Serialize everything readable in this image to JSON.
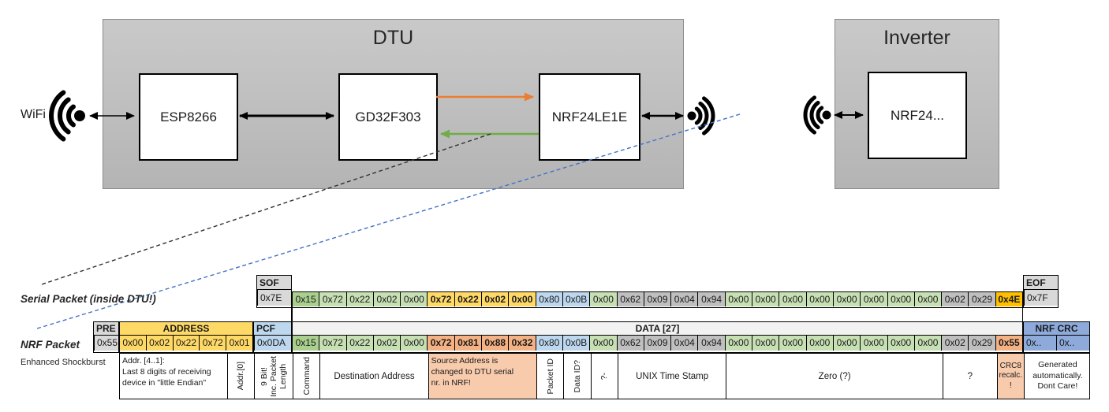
{
  "diagram": {
    "wifi_label": "WiFi",
    "dtu_title": "DTU",
    "esp_label": "ESP8266",
    "gd_label": "GD32F303",
    "nrf_label": "NRF24LE1E",
    "inverter_title": "Inverter",
    "inverter_nrf_label": "NRF24...",
    "icons": [
      "wifi-waves-icon",
      "rf-antenna-icon-right",
      "rf-antenna-icon-left"
    ]
  },
  "serial_packet": {
    "label": "Serial Packet (inside DTU!)",
    "sof_header": "SOF",
    "sof_value": "0x7E",
    "eof_header": "EOF",
    "eof_value": "0x7F",
    "bytes": [
      {
        "v": "0x15",
        "c": "gdark"
      },
      {
        "v": "0x72",
        "c": "green"
      },
      {
        "v": "0x22",
        "c": "green"
      },
      {
        "v": "0x02",
        "c": "green"
      },
      {
        "v": "0x00",
        "c": "green"
      },
      {
        "v": "0x72",
        "c": "yellow",
        "b": true
      },
      {
        "v": "0x22",
        "c": "yellow",
        "b": true
      },
      {
        "v": "0x02",
        "c": "yellow",
        "b": true
      },
      {
        "v": "0x00",
        "c": "yellow",
        "b": true
      },
      {
        "v": "0x80",
        "c": "blue"
      },
      {
        "v": "0x0B",
        "c": "blue"
      },
      {
        "v": "0x00",
        "c": "green"
      },
      {
        "v": "0x62",
        "c": "gray2"
      },
      {
        "v": "0x09",
        "c": "gray2"
      },
      {
        "v": "0x04",
        "c": "gray2"
      },
      {
        "v": "0x94",
        "c": "gray2"
      },
      {
        "v": "0x00",
        "c": "green"
      },
      {
        "v": "0x00",
        "c": "green"
      },
      {
        "v": "0x00",
        "c": "green"
      },
      {
        "v": "0x00",
        "c": "green"
      },
      {
        "v": "0x00",
        "c": "green"
      },
      {
        "v": "0x00",
        "c": "green"
      },
      {
        "v": "0x00",
        "c": "green"
      },
      {
        "v": "0x00",
        "c": "green"
      },
      {
        "v": "0x02",
        "c": "gray2"
      },
      {
        "v": "0x29",
        "c": "gray2"
      },
      {
        "v": "0x4E",
        "c": "amber",
        "b": true
      }
    ]
  },
  "nrf_packet": {
    "label": "NRF Packet",
    "sublabel": "Enhanced Shockburst",
    "pre_header": "PRE",
    "pre_value": "0x55",
    "address_header": "ADDRESS",
    "address_values": [
      "0x00",
      "0x02",
      "0x22",
      "0x72",
      "0x01"
    ],
    "pcf_header": "PCF",
    "pcf_value": "0x0DA",
    "data_header": "DATA [27]",
    "bytes": [
      {
        "v": "0x15",
        "c": "gdark"
      },
      {
        "v": "0x72",
        "c": "green"
      },
      {
        "v": "0x22",
        "c": "green"
      },
      {
        "v": "0x02",
        "c": "green"
      },
      {
        "v": "0x00",
        "c": "green"
      },
      {
        "v": "0x72",
        "c": "salmon",
        "b": true
      },
      {
        "v": "0x81",
        "c": "salmon",
        "b": true
      },
      {
        "v": "0x88",
        "c": "salmon",
        "b": true
      },
      {
        "v": "0x32",
        "c": "salmon",
        "b": true
      },
      {
        "v": "0x80",
        "c": "blue"
      },
      {
        "v": "0x0B",
        "c": "blue"
      },
      {
        "v": "0x00",
        "c": "green"
      },
      {
        "v": "0x62",
        "c": "gray2"
      },
      {
        "v": "0x09",
        "c": "gray2"
      },
      {
        "v": "0x04",
        "c": "gray2"
      },
      {
        "v": "0x94",
        "c": "gray2"
      },
      {
        "v": "0x00",
        "c": "green"
      },
      {
        "v": "0x00",
        "c": "green"
      },
      {
        "v": "0x00",
        "c": "green"
      },
      {
        "v": "0x00",
        "c": "green"
      },
      {
        "v": "0x00",
        "c": "green"
      },
      {
        "v": "0x00",
        "c": "green"
      },
      {
        "v": "0x00",
        "c": "green"
      },
      {
        "v": "0x00",
        "c": "green"
      },
      {
        "v": "0x02",
        "c": "gray2"
      },
      {
        "v": "0x29",
        "c": "gray2"
      },
      {
        "v": "0x55",
        "c": "salmon",
        "b": true
      }
    ],
    "crc_header": "NRF CRC",
    "crc_values": [
      "0x..",
      "0x.."
    ]
  },
  "annotations": {
    "addr41": "Addr. [4..1]:\nLast 8 digits of receiving\ndevice in \"little Endian\"",
    "addr0": "Addr.[0]",
    "pcf": "9 Bit!\nInc. Packet\nLength",
    "command": "Command",
    "dest": "Destination Address",
    "source": "Source Address is\nchanged to DTU serial\nnr. in NRF!",
    "packet_id": "Packet ID",
    "data_id": "Data ID?",
    "q_dash": "?-",
    "unix": "UNIX Time Stamp",
    "zero": "Zero (?)",
    "q": "?",
    "crc8": "CRC8\nrecalc.\n!",
    "generated": "Generated\nautomatically.\nDont Care!"
  },
  "colors": {
    "orange_arrow": "#ED7D31",
    "green_arrow": "#70AD47",
    "blue_dashed": "#4472C4",
    "cell_green_dark": "#A9D08E",
    "cell_green": "#C6E0B4",
    "cell_yellow": "#FFD966",
    "cell_blue": "#BDD7EE",
    "cell_gray": "#D9D9D9",
    "cell_gray_dark": "#BFBFBF",
    "cell_salmon": "#F4B183",
    "cell_amber": "#FFC000",
    "cell_crc_blue": "#8EAADB",
    "cell_peach": "#F8CBAD",
    "cell_data_header": "#F2F2F2"
  }
}
